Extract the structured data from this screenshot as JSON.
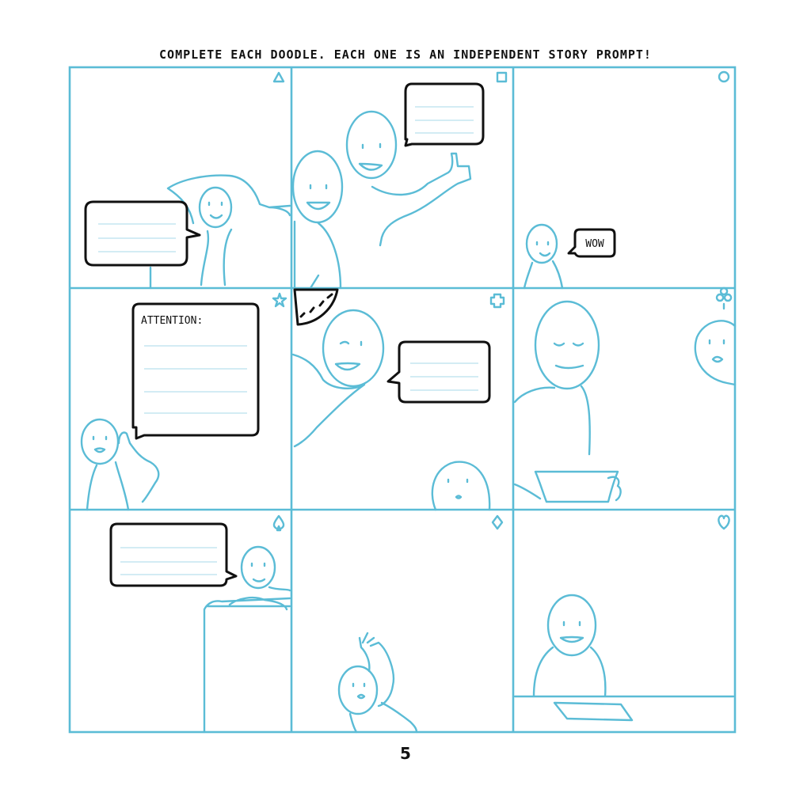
{
  "page": {
    "title": "COMPLETE EACH DOODLE. EACH ONE IS AN INDEPENDENT STORY PROMPT!",
    "page_number": "5"
  },
  "panels": [
    {
      "id": 1,
      "corner_icon": "triangle-icon"
    },
    {
      "id": 2,
      "corner_icon": "square-icon"
    },
    {
      "id": 3,
      "corner_icon": "circle-icon",
      "bubble_text": "WOW"
    },
    {
      "id": 4,
      "corner_icon": "star-icon",
      "bubble_text": "ATTENTION:"
    },
    {
      "id": 5,
      "corner_icon": "cross-icon"
    },
    {
      "id": 6,
      "corner_icon": "club-icon"
    },
    {
      "id": 7,
      "corner_icon": "spade-icon"
    },
    {
      "id": 8,
      "corner_icon": "diamond-icon"
    },
    {
      "id": 9,
      "corner_icon": "heart-icon"
    }
  ],
  "colors": {
    "doodle_line": "#5bbcd6",
    "ink": "#111111",
    "bubble_rule": "#b9e1ee",
    "background": "#ffffff"
  }
}
